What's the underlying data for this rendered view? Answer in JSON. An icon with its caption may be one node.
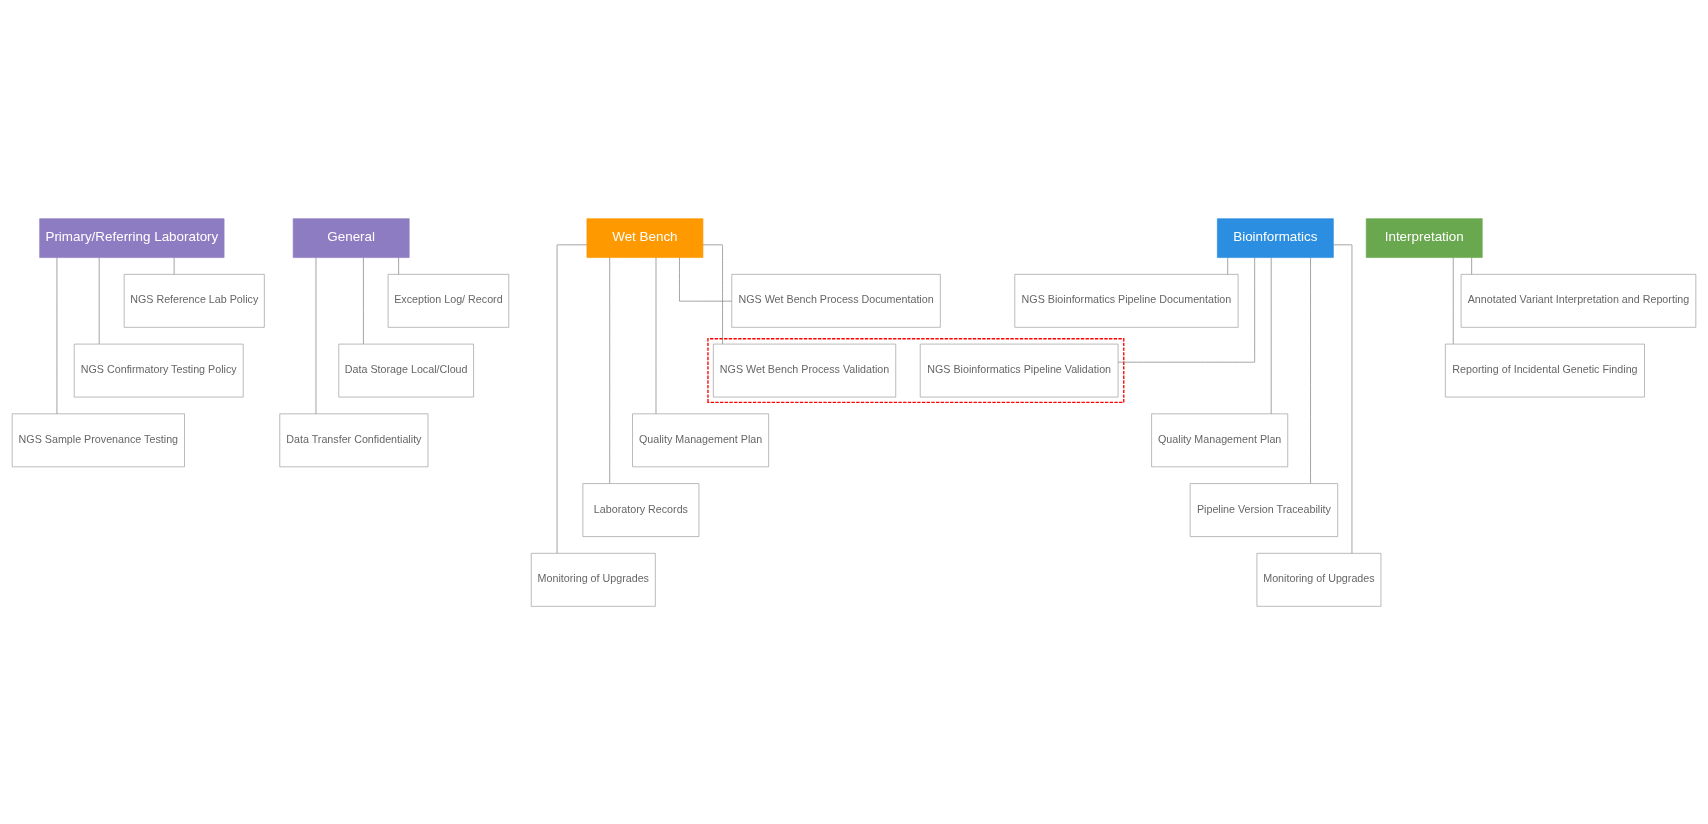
{
  "diagram": {
    "nodes": [
      {
        "text": [
          "Primary/Referring Laboratory"
        ]
      },
      {
        "text": [
          "NGS Reference Lab Policy"
        ]
      },
      {
        "text": [
          "NGS Confirmatory Testing Policy"
        ]
      },
      {
        "text": [
          "NGS Sample Provenance Testing"
        ]
      },
      {
        "text": [
          "General"
        ]
      },
      {
        "text": [
          "Exception Log/ Record"
        ]
      },
      {
        "text": [
          "Data Storage Local/Cloud"
        ]
      },
      {
        "text": [
          "Data Transfer Confidentiality"
        ]
      },
      {
        "text": [
          "Wet Bench"
        ]
      },
      {
        "text": [
          "NGS Wet Bench Process Documentation"
        ]
      },
      {
        "text": [],
        "shape": "box"
      },
      {
        "text": [
          "NGS Wet Bench Process Validation"
        ],
        "in": 10
      },
      {
        "text": [
          "Quality Management Plan"
        ]
      },
      {
        "text": [
          "Laboratory Records"
        ]
      },
      {
        "text": [
          "Monitoring of Upgrades"
        ]
      },
      {
        "text": [
          "Bioinformatics"
        ]
      },
      {
        "text": [
          "NGS Bioinformatics Pipeline Documentation"
        ]
      },
      {
        "text": [
          "NGS Bioinformatics Pipeline Validation"
        ],
        "in": 10
      },
      {
        "text": [
          "Quality Management Plan"
        ]
      },
      {
        "text": [
          "Pipeline Version Traceability"
        ]
      },
      {
        "text": [
          "Monitoring of Upgrades"
        ]
      },
      {
        "text": [
          "Interpretation"
        ]
      },
      {
        "text": [
          "Annotated Variant Interpretation and Reporting"
        ]
      },
      {
        "text": [
          "Reporting of Incidental Genetic Finding"
        ]
      }
    ],
    "edges": [
      {
        "from": 0,
        "to": 1,
        "arrow": "none"
      },
      {
        "from": 0,
        "to": 2,
        "arrow": "none"
      },
      {
        "from": 0,
        "to": 3,
        "arrow": "none"
      },
      {
        "from": 4,
        "to": 5,
        "arrow": "none"
      },
      {
        "from": 4,
        "to": 6,
        "arrow": "none"
      },
      {
        "from": 4,
        "to": 7,
        "arrow": "none"
      },
      {
        "from": 8,
        "to": 9,
        "arrow": "none"
      },
      {
        "from": 8,
        "to": 11,
        "arrow": "none"
      },
      {
        "from": 8,
        "to": 12,
        "arrow": "none"
      },
      {
        "from": 8,
        "to": 13,
        "arrow": "none"
      },
      {
        "from": 8,
        "to": 14,
        "arrow": "none"
      },
      {
        "from": 15,
        "to": 16,
        "arrow": "none"
      },
      {
        "from": 15,
        "to": 17,
        "arrow": "none"
      },
      {
        "from": 15,
        "to": 18,
        "arrow": "none"
      },
      {
        "from": 15,
        "to": 19,
        "arrow": "none"
      },
      {
        "from": 15,
        "to": 20,
        "arrow": "none"
      },
      {
        "from": 21,
        "to": 22,
        "arrow": "none"
      },
      {
        "from": 21,
        "to": 23,
        "arrow": "none"
      }
    ]
  }
}
